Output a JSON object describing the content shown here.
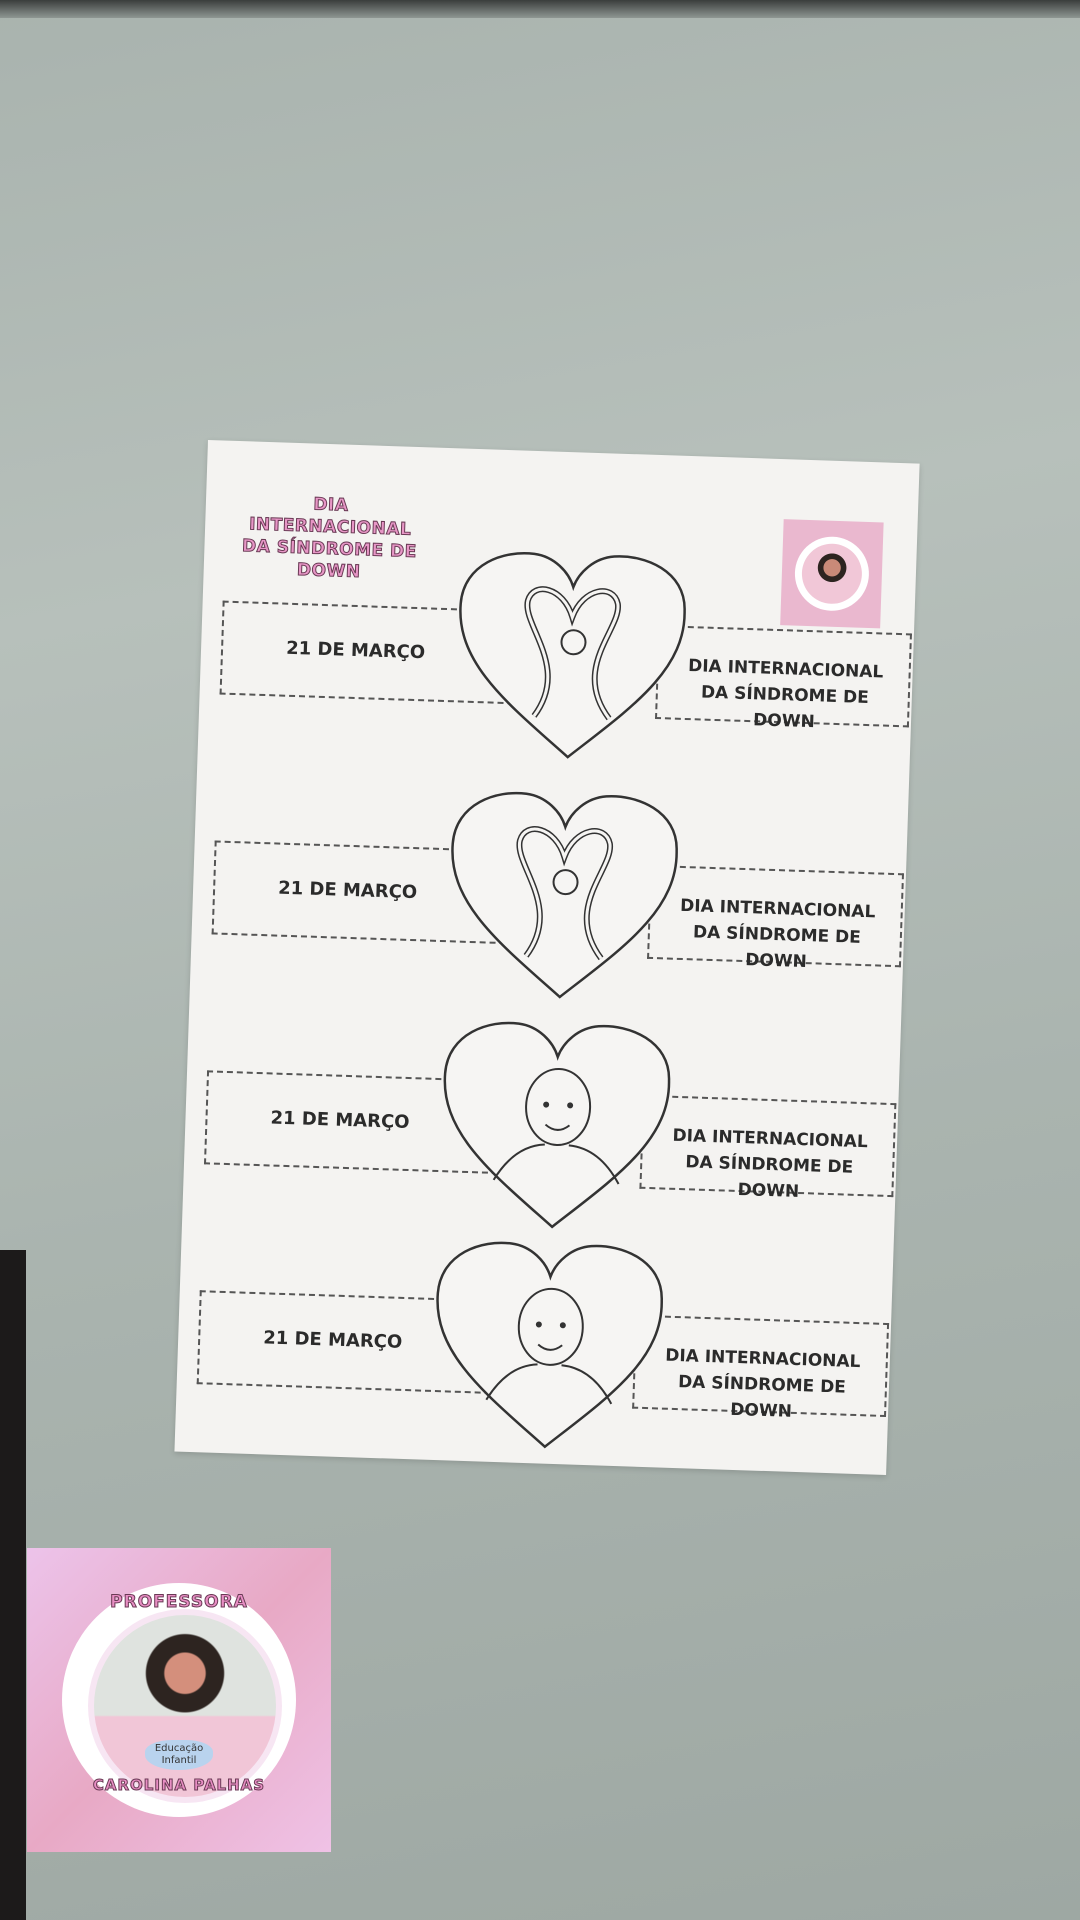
{
  "sheet": {
    "title": "DIA INTERNACIONAL DA SÍNDROME DE DOWN",
    "rows": [
      {
        "date": "21 DE MARÇO",
        "name": "DIA INTERNACIONAL DA SÍNDROME DE DOWN",
        "illustration": "ribbon-hands"
      },
      {
        "date": "21 DE MARÇO",
        "name": "DIA INTERNACIONAL DA SÍNDROME DE DOWN",
        "illustration": "ribbon-hands"
      },
      {
        "date": "21 DE MARÇO",
        "name": "DIA INTERNACIONAL DA SÍNDROME DE DOWN",
        "illustration": "child-face"
      },
      {
        "date": "21 DE MARÇO",
        "name": "DIA INTERNACIONAL DA SÍNDROME DE DOWN",
        "illustration": "child-face"
      }
    ]
  },
  "badge": {
    "top": "PROFESSORA",
    "bottom": "CAROLINA PALHAS",
    "shirt": "Educação Infantil"
  },
  "colors": {
    "pink": "#e88ec4",
    "wall": "#aab4af"
  }
}
